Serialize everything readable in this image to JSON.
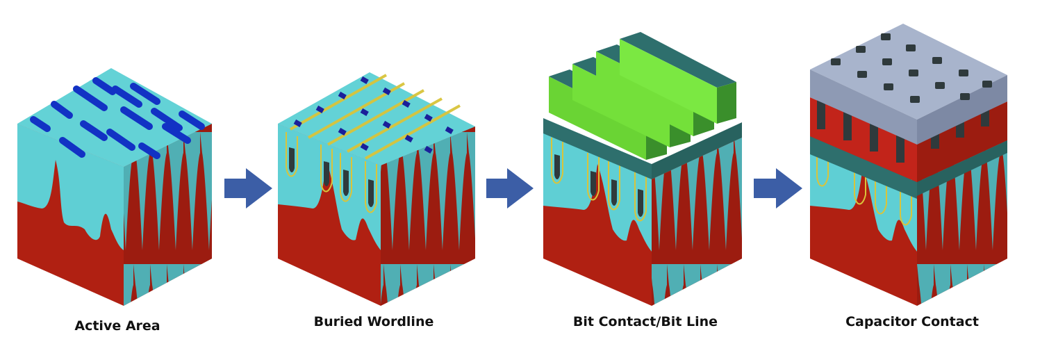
{
  "stages": [
    {
      "label": "Active Area"
    },
    {
      "label": "Buried Wordline"
    },
    {
      "label": "Bit Contact/Bit Line"
    },
    {
      "label": "Capacitor Contact"
    }
  ],
  "colors": {
    "substrate": "#b02012",
    "substrate_dark": "#8f1a0e",
    "cell": "#5fcfd4",
    "cell_side": "#4cb7bd",
    "active_stripe": "#1232c4",
    "wordline": "#d9c43a",
    "bitline": "#74e03a",
    "bitline_dark": "#2e6f6d",
    "capacitor_cap": "#a8b4cc",
    "capacitor_plug": "#2f3a3c",
    "arrow": "#3c5ea6"
  }
}
